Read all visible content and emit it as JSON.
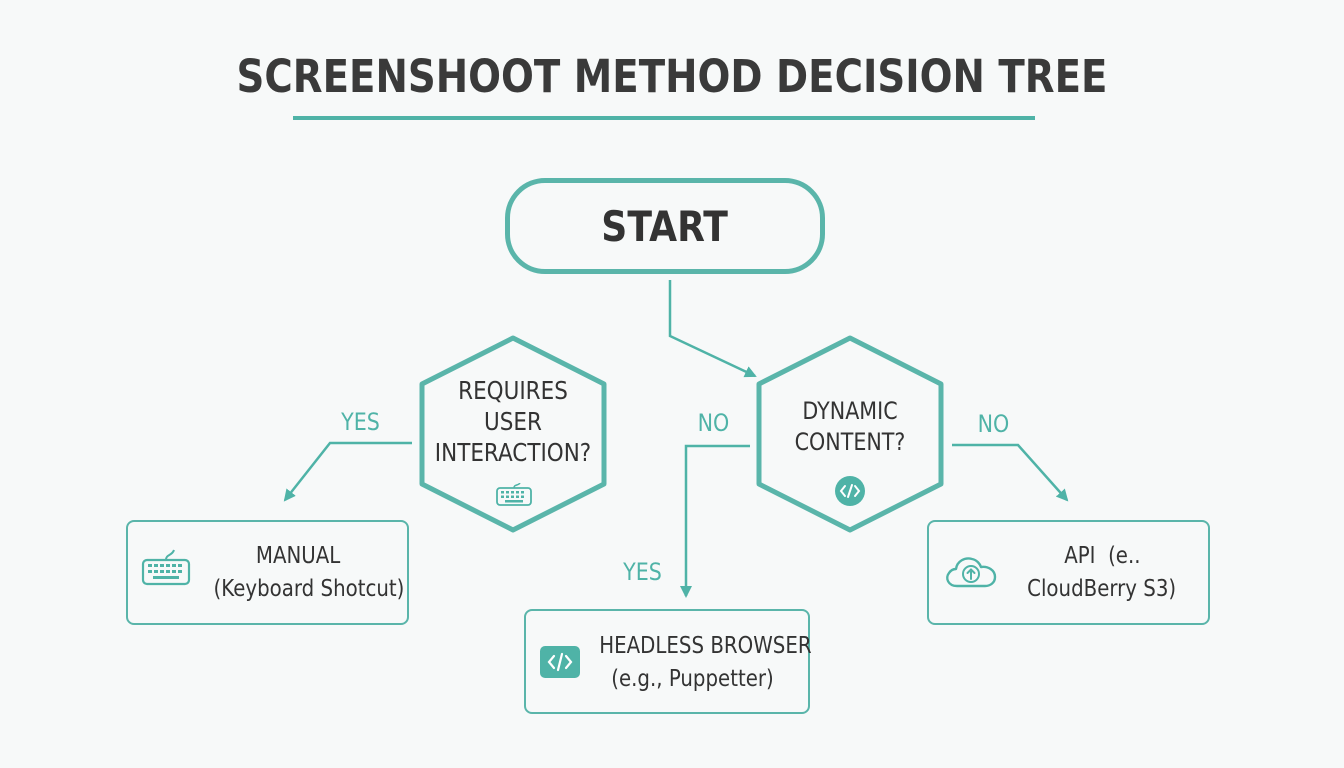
{
  "title": "SCREENSHOOT METHOD DECISION TREE",
  "colors": {
    "accent": "#4fb3a7",
    "text": "#333333",
    "background": "#f7f9f9"
  },
  "nodes": {
    "start": {
      "label": "START"
    },
    "requires_interaction": {
      "lines": [
        "REQUIRES",
        "USER",
        "INTERACTION?"
      ],
      "icon": "keyboard-icon"
    },
    "dynamic_content": {
      "lines": [
        "DYNAMIC",
        "CONTENT?"
      ],
      "icon": "code-icon"
    },
    "manual": {
      "line1": "MANUAL",
      "line2": "(Keyboard Shotcut)",
      "icon": "keyboard-icon"
    },
    "headless": {
      "line1": "HEADLESS BROWSER",
      "line2": "(e.g., Puppetter)",
      "icon": "code-icon"
    },
    "api": {
      "line1": "API  (e..",
      "line2": "CloudBerry S3)",
      "icon": "cloud-upload-icon"
    }
  },
  "edges": {
    "yes_manual": "YES",
    "no_headless": "NO",
    "yes_headless": "YES",
    "no_api": "NO"
  }
}
